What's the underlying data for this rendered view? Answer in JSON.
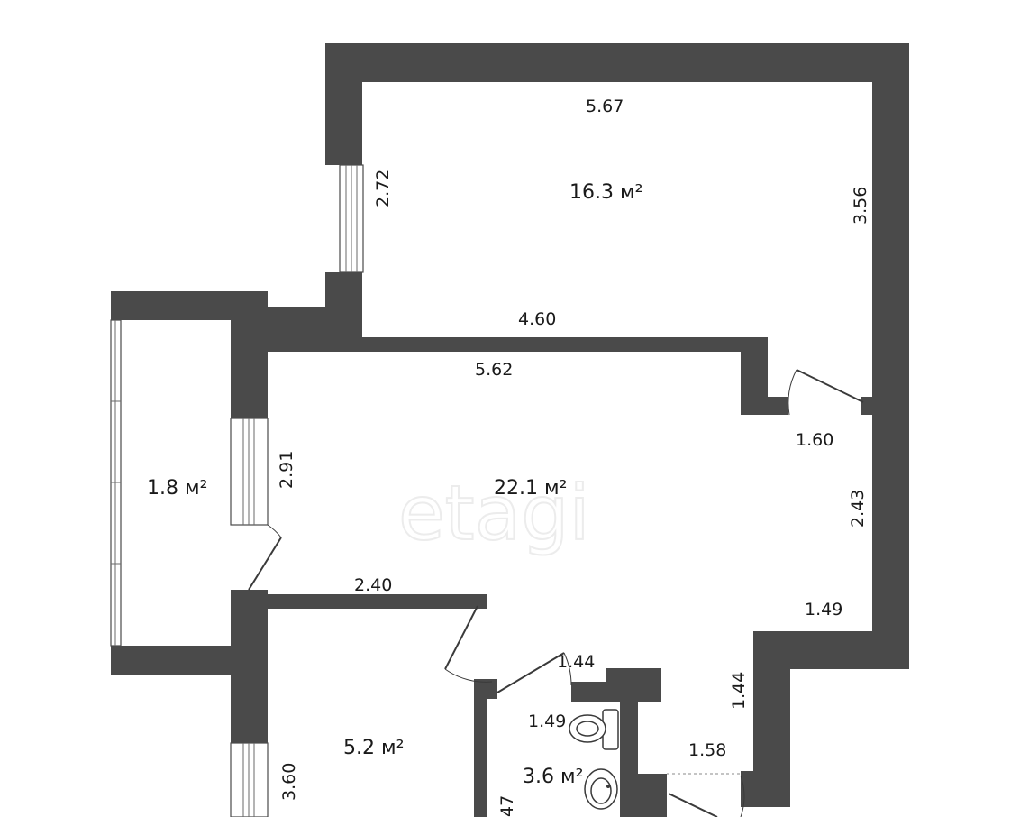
{
  "watermark": "etagi",
  "rooms": [
    {
      "id": "room-top",
      "area": "16.3 м²"
    },
    {
      "id": "living",
      "area": "22.1 м²"
    },
    {
      "id": "balcony",
      "area": "1.8 м²"
    },
    {
      "id": "room-bottom",
      "area": "5.2 м²"
    },
    {
      "id": "bathroom",
      "area": "3.6 м²"
    }
  ],
  "dimensions": {
    "top_width": "5.67",
    "top_window_height": "2.72",
    "top_right_height": "3.56",
    "top_bottom_width": "4.60",
    "living_top_width": "5.62",
    "door_width": "1.60",
    "living_right_height": "2.43",
    "balcony_window_height": "2.91",
    "bottom_room_top": "2.40",
    "right_step_width": "1.49",
    "corridor_width": "1.44",
    "corridor_height": "1.44",
    "bath_width": "1.49",
    "bath_right_width": "1.58",
    "bottom_room_height": "3.60",
    "bath_height": "47"
  },
  "colors": {
    "wall": "#4a4a4a",
    "background": "#ffffff"
  }
}
